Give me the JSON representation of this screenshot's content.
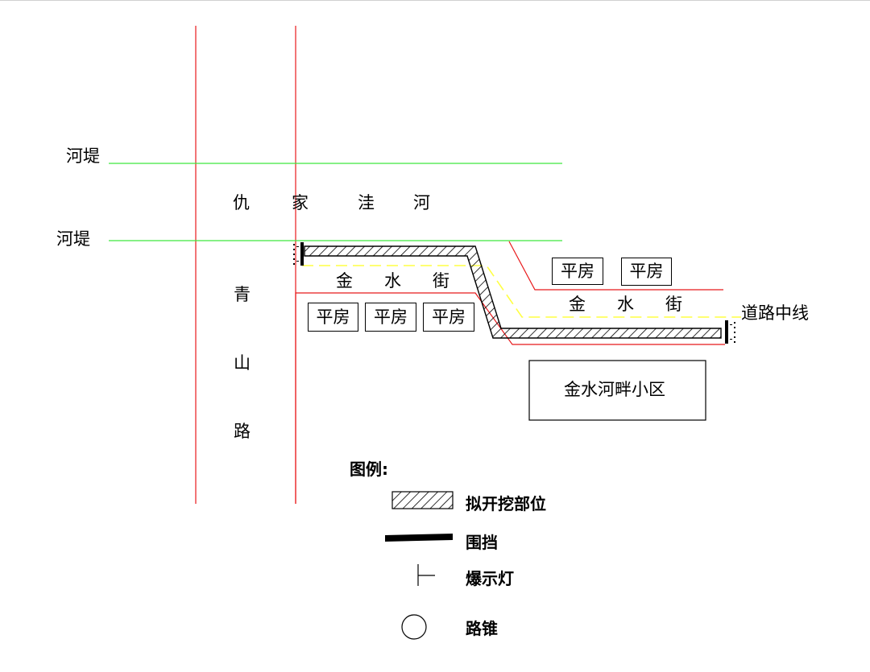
{
  "labels": {
    "dike_top": "河堤",
    "dike_bottom": "河堤",
    "river": [
      "仇",
      "家",
      "洼",
      "河"
    ],
    "road_vertical": [
      "青",
      "山",
      "路"
    ],
    "street_left": [
      "金",
      "水",
      "街"
    ],
    "street_right": [
      "金",
      "水",
      "街"
    ],
    "road_centerline": "道路中线",
    "community": "金水河畔小区",
    "bungalow": "平房"
  },
  "legend": {
    "title": "图例:",
    "excavation": "拟开挖部位",
    "fence": "围挡",
    "flash_light": "爆示灯",
    "cone": "路锥"
  },
  "colors": {
    "road_edge": "#e8191b",
    "dike": "#3ee83e",
    "centerline": "#ffff44",
    "hatch": "#000000"
  }
}
